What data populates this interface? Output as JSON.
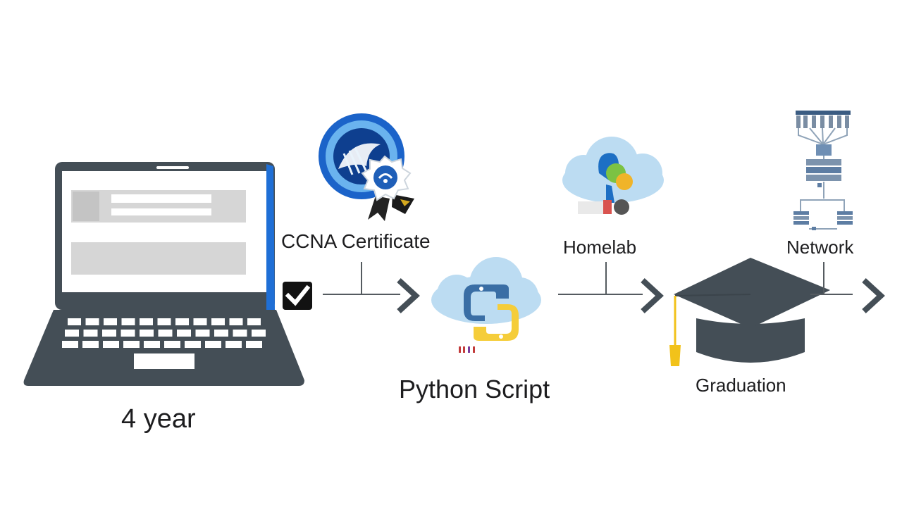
{
  "steps": {
    "year": {
      "label": "4 year",
      "icon": "laptop-icon"
    },
    "ccna": {
      "label": "CCNA Certificate",
      "icon": "certificate-badge-icon"
    },
    "python": {
      "label": "Python Script",
      "icon": "python-cloud-icon"
    },
    "homelab": {
      "label": "Homelab",
      "icon": "cloud-lab-icon"
    },
    "graduation": {
      "label": "Graduation",
      "icon": "graduation-cap-icon"
    },
    "network": {
      "label": "Network",
      "icon": "network-topology-icon"
    }
  },
  "colors": {
    "dark_slate": "#444e56",
    "laptop_blue": "#1f6fd6",
    "cloud_blue": "#bcdcf2",
    "python_blue": "#3a6ea5",
    "python_yellow": "#f5cd3a",
    "tassel_yellow": "#f2c21a",
    "text": "#1d1d1f"
  }
}
